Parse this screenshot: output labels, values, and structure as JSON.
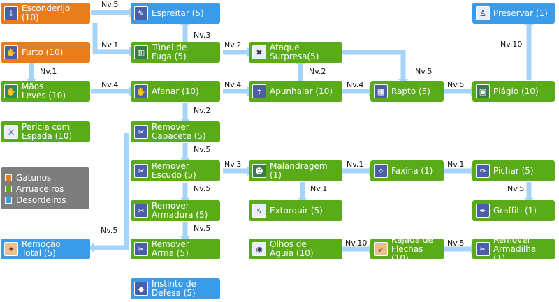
{
  "colors": {
    "gatunos": "#e97c1b",
    "arruaceiros": "#5aab1a",
    "desordeiros": "#3a9be8",
    "connector": "#a6d4f8",
    "legend_bg": "#7d7d7d"
  },
  "legend": [
    {
      "label": "Gatunos",
      "color": "#e97c1b"
    },
    {
      "label": "Arruaceiros",
      "color": "#5aab1a"
    },
    {
      "label": "Desordeiros",
      "color": "#3a9be8"
    }
  ],
  "skills": {
    "esconderijo": {
      "label": "Esconderijo (10)",
      "icon": "hide-icon"
    },
    "furto": {
      "label": "Furto (10)",
      "icon": "steal-icon"
    },
    "maos_leves": {
      "label": "Mãos\nLeves (10)",
      "icon": "hand-icon"
    },
    "pericia_espada": {
      "label": "Perícia com\nEspada (10)",
      "icon": "sword-icon"
    },
    "remocao_total": {
      "label": "Remoção\nTotal (5)",
      "icon": "remove-all-icon"
    },
    "espreitar": {
      "label": "Espreitar (5)",
      "icon": "stalk-icon"
    },
    "tunel_fuga": {
      "label": "Túnel de\nFuga (5)",
      "icon": "tunnel-icon"
    },
    "afanar": {
      "label": "Afanar (10)",
      "icon": "snatch-icon"
    },
    "remover_capacete": {
      "label": "Remover\nCapacete (5)",
      "icon": "strip-helm-icon"
    },
    "remover_escudo": {
      "label": "Remover\nEscudo (5)",
      "icon": "strip-shield-icon"
    },
    "remover_armadura": {
      "label": "Remover\nArmadura (5)",
      "icon": "strip-armor-icon"
    },
    "remover_arma": {
      "label": "Remover\nArma (5)",
      "icon": "strip-weapon-icon"
    },
    "instinto_defesa": {
      "label": "Instinto de\nDefesa (5)",
      "icon": "shield-icon"
    },
    "ataque_surpresa": {
      "label": "Ataque\nSurpresa(5)",
      "icon": "surprise-icon"
    },
    "apunhalar": {
      "label": "Apunhalar (10)",
      "icon": "backstab-icon"
    },
    "malandragem": {
      "label": "Malandragem (1)",
      "icon": "scam-icon"
    },
    "extorquir": {
      "label": "Extorquir (5)",
      "icon": "extort-icon"
    },
    "olhos_aguia": {
      "label": "Olhos de\nÁguia (10)",
      "icon": "eagle-eye-icon"
    },
    "rapto": {
      "label": "Rapto (5)",
      "icon": "abduct-icon"
    },
    "faxina": {
      "label": "Faxina (1)",
      "icon": "cleaner-icon"
    },
    "rajada_flechas": {
      "label": "Rajada de\nFlechas (10)",
      "icon": "arrow-shower-icon"
    },
    "preservar": {
      "label": "Preservar (1)",
      "icon": "preserve-icon"
    },
    "plagio": {
      "label": "Plágio (10)",
      "icon": "plagiarism-icon"
    },
    "pichar": {
      "label": "Pichar (5)",
      "icon": "spray-icon"
    },
    "graffiti": {
      "label": "Graffiti (1)",
      "icon": "graffiti-icon"
    },
    "remover_armadilha": {
      "label": "Remover\nArmadilha (1)",
      "icon": "trap-remove-icon"
    }
  },
  "levels": {
    "esconderijo_espreitar": "Nv.5",
    "esconderijo_tunel": "Nv.1",
    "tunel_espreitar": "Nv.3",
    "furto_maos": "Nv.1",
    "tunel_ataque": "Nv.2",
    "maos_afanar": "Nv.4",
    "afanar_apunhalar": "Nv.4",
    "apunhalar_ataque": "Nv.2",
    "ataque_rapto": "Nv.5",
    "apunhalar_rapto": "Nv.4",
    "rapto_plagio": "Nv.5",
    "plagio_preservar": "Nv.10",
    "afanar_capacete": "Nv.2",
    "capacete_escudo": "Nv.5",
    "escudo_armadura": "Nv.5",
    "armadura_arma": "Nv.5",
    "arma_remocao": "Nv.5",
    "escudo_malandragem": "Nv.3",
    "malandragem_extorquir": "Nv.1",
    "malandragem_faxina": "Nv.1",
    "faxina_pichar": "Nv.1",
    "pichar_graffiti": "Nv.5",
    "olhos_rajada": "Nv.10",
    "rajada_armadilha": "Nv.5"
  }
}
